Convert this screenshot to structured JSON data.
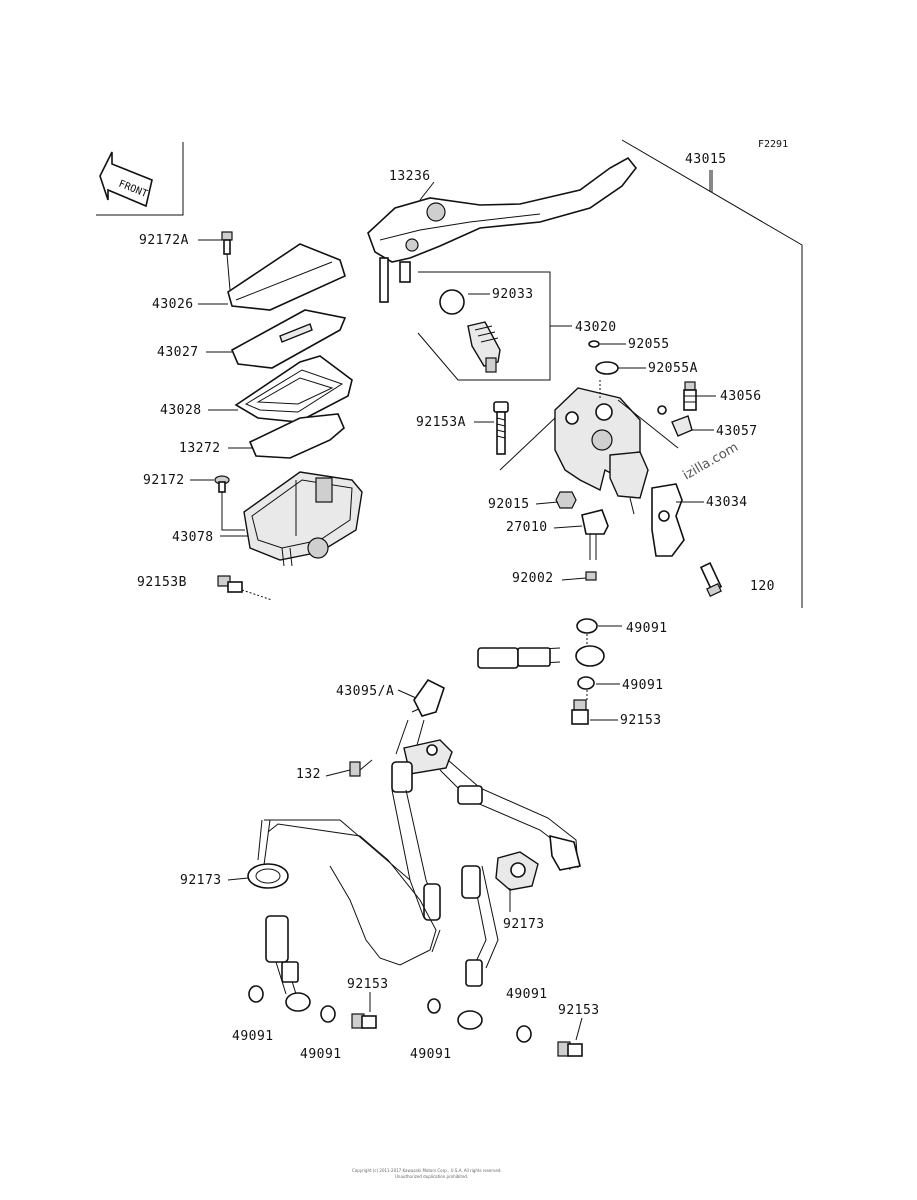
{
  "figure_code": "F2291",
  "front_tag": "FRONT",
  "watermark": "izilla.com",
  "footer_line_1": "Copyright (c) 2011-2017 Kawasaki Motors Corp., U.S.A. All rights reserved.",
  "footer_line_2": "Unauthorized duplication prohibited.",
  "labels": {
    "p13236": "13236",
    "p43015": "43015",
    "p92172A": "92172A",
    "p92033": "92033",
    "p43026": "43026",
    "p43020": "43020",
    "p43027": "43027",
    "p92055": "92055",
    "p92055A": "92055A",
    "p43028": "43028",
    "p43056": "43056",
    "p92153A": "92153A",
    "p43057": "43057",
    "p13272": "13272",
    "p92172": "92172",
    "p92015": "92015",
    "p43034": "43034",
    "p27010": "27010",
    "p43078": "43078",
    "p92002": "92002",
    "p120": "120",
    "p92153B": "92153B",
    "p49091_a": "49091",
    "p43095A": "43095/A",
    "p49091_b": "49091",
    "p92153_a": "92153",
    "p132": "132",
    "p92173_a": "92173",
    "p92173_b": "92173",
    "p92153_b": "92153",
    "p49091_c": "49091",
    "p92153_c": "92153",
    "p49091_d": "49091",
    "p49091_e": "49091",
    "p49091_f": "49091"
  }
}
